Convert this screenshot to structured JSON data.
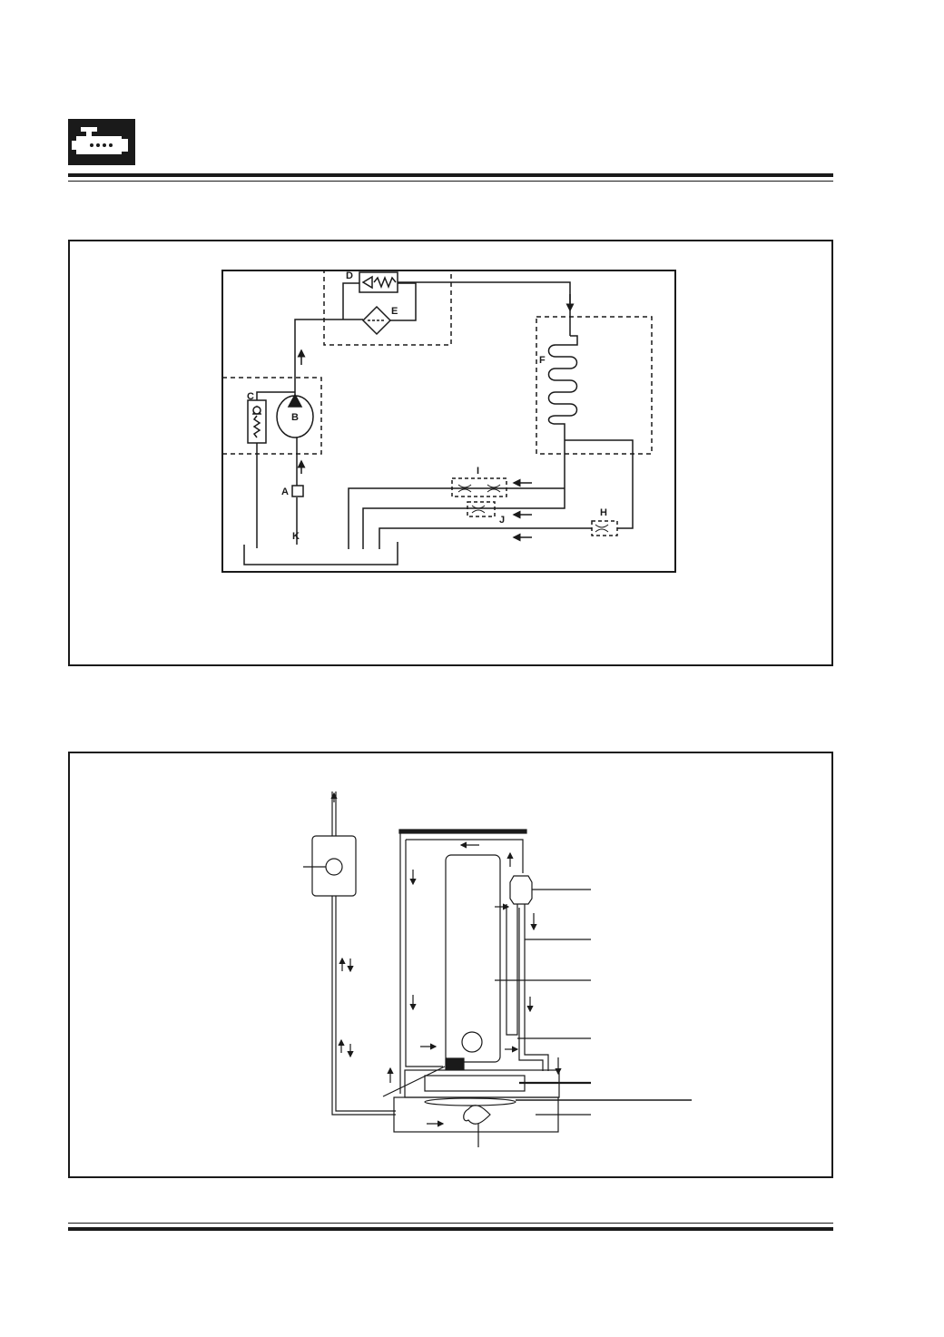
{
  "header": {
    "logo_icon": "engine-icon"
  },
  "fuel_diagram": {
    "labels": {
      "A": "A",
      "B": "B",
      "C": "C",
      "D": "D",
      "E": "E",
      "F": "F",
      "H": "H",
      "I": "I",
      "J": "J",
      "K": "K"
    }
  },
  "cooling_diagram": {
    "icon": "cooling-circuit-icon"
  }
}
